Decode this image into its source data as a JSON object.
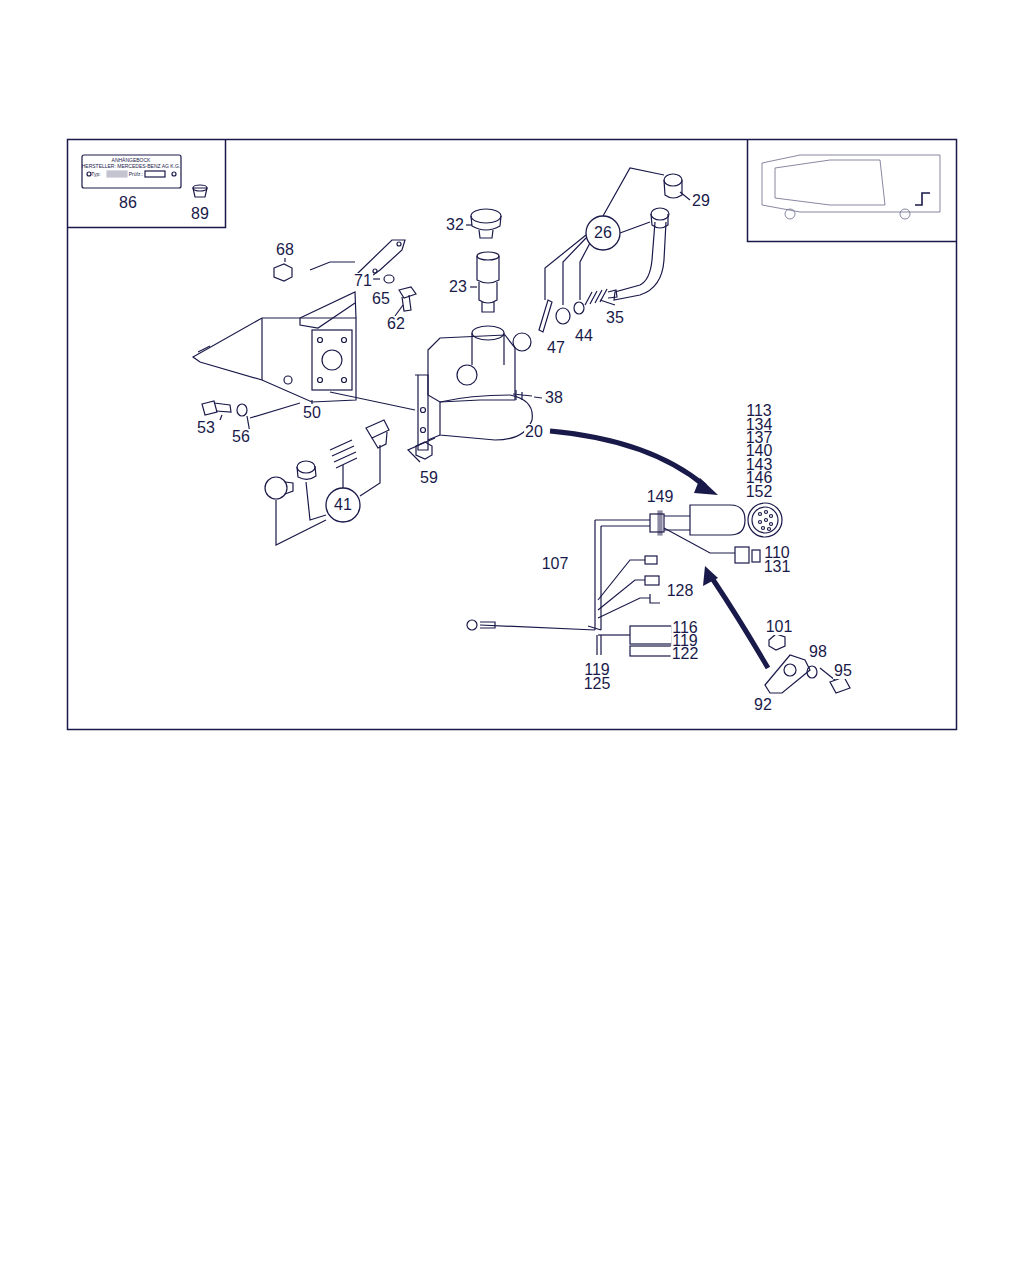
{
  "diagram": {
    "nodes": [
      {
        "text": [
          "86",
          "89"
        ]
      },
      {
        "text": [
          "26"
        ]
      },
      {
        "text": [
          "41"
        ]
      }
    ],
    "labels": [
      "ANHÄNGEBOCK",
      "HERSTELLER: MERCEDES-BENZ AG K.G.",
      "Typ:",
      "Prüfz.:",
      "68",
      "71",
      "65",
      "62",
      "32",
      "23",
      "29",
      "47",
      "44",
      "35",
      "50",
      "53",
      "56",
      "38",
      "20",
      "59",
      "113",
      "134",
      "137",
      "140",
      "143",
      "146",
      "152",
      "149",
      "110",
      "131",
      "107",
      "128",
      "116",
      "119",
      "122",
      "101",
      "98",
      "95",
      "119",
      "125",
      "92"
    ]
  }
}
